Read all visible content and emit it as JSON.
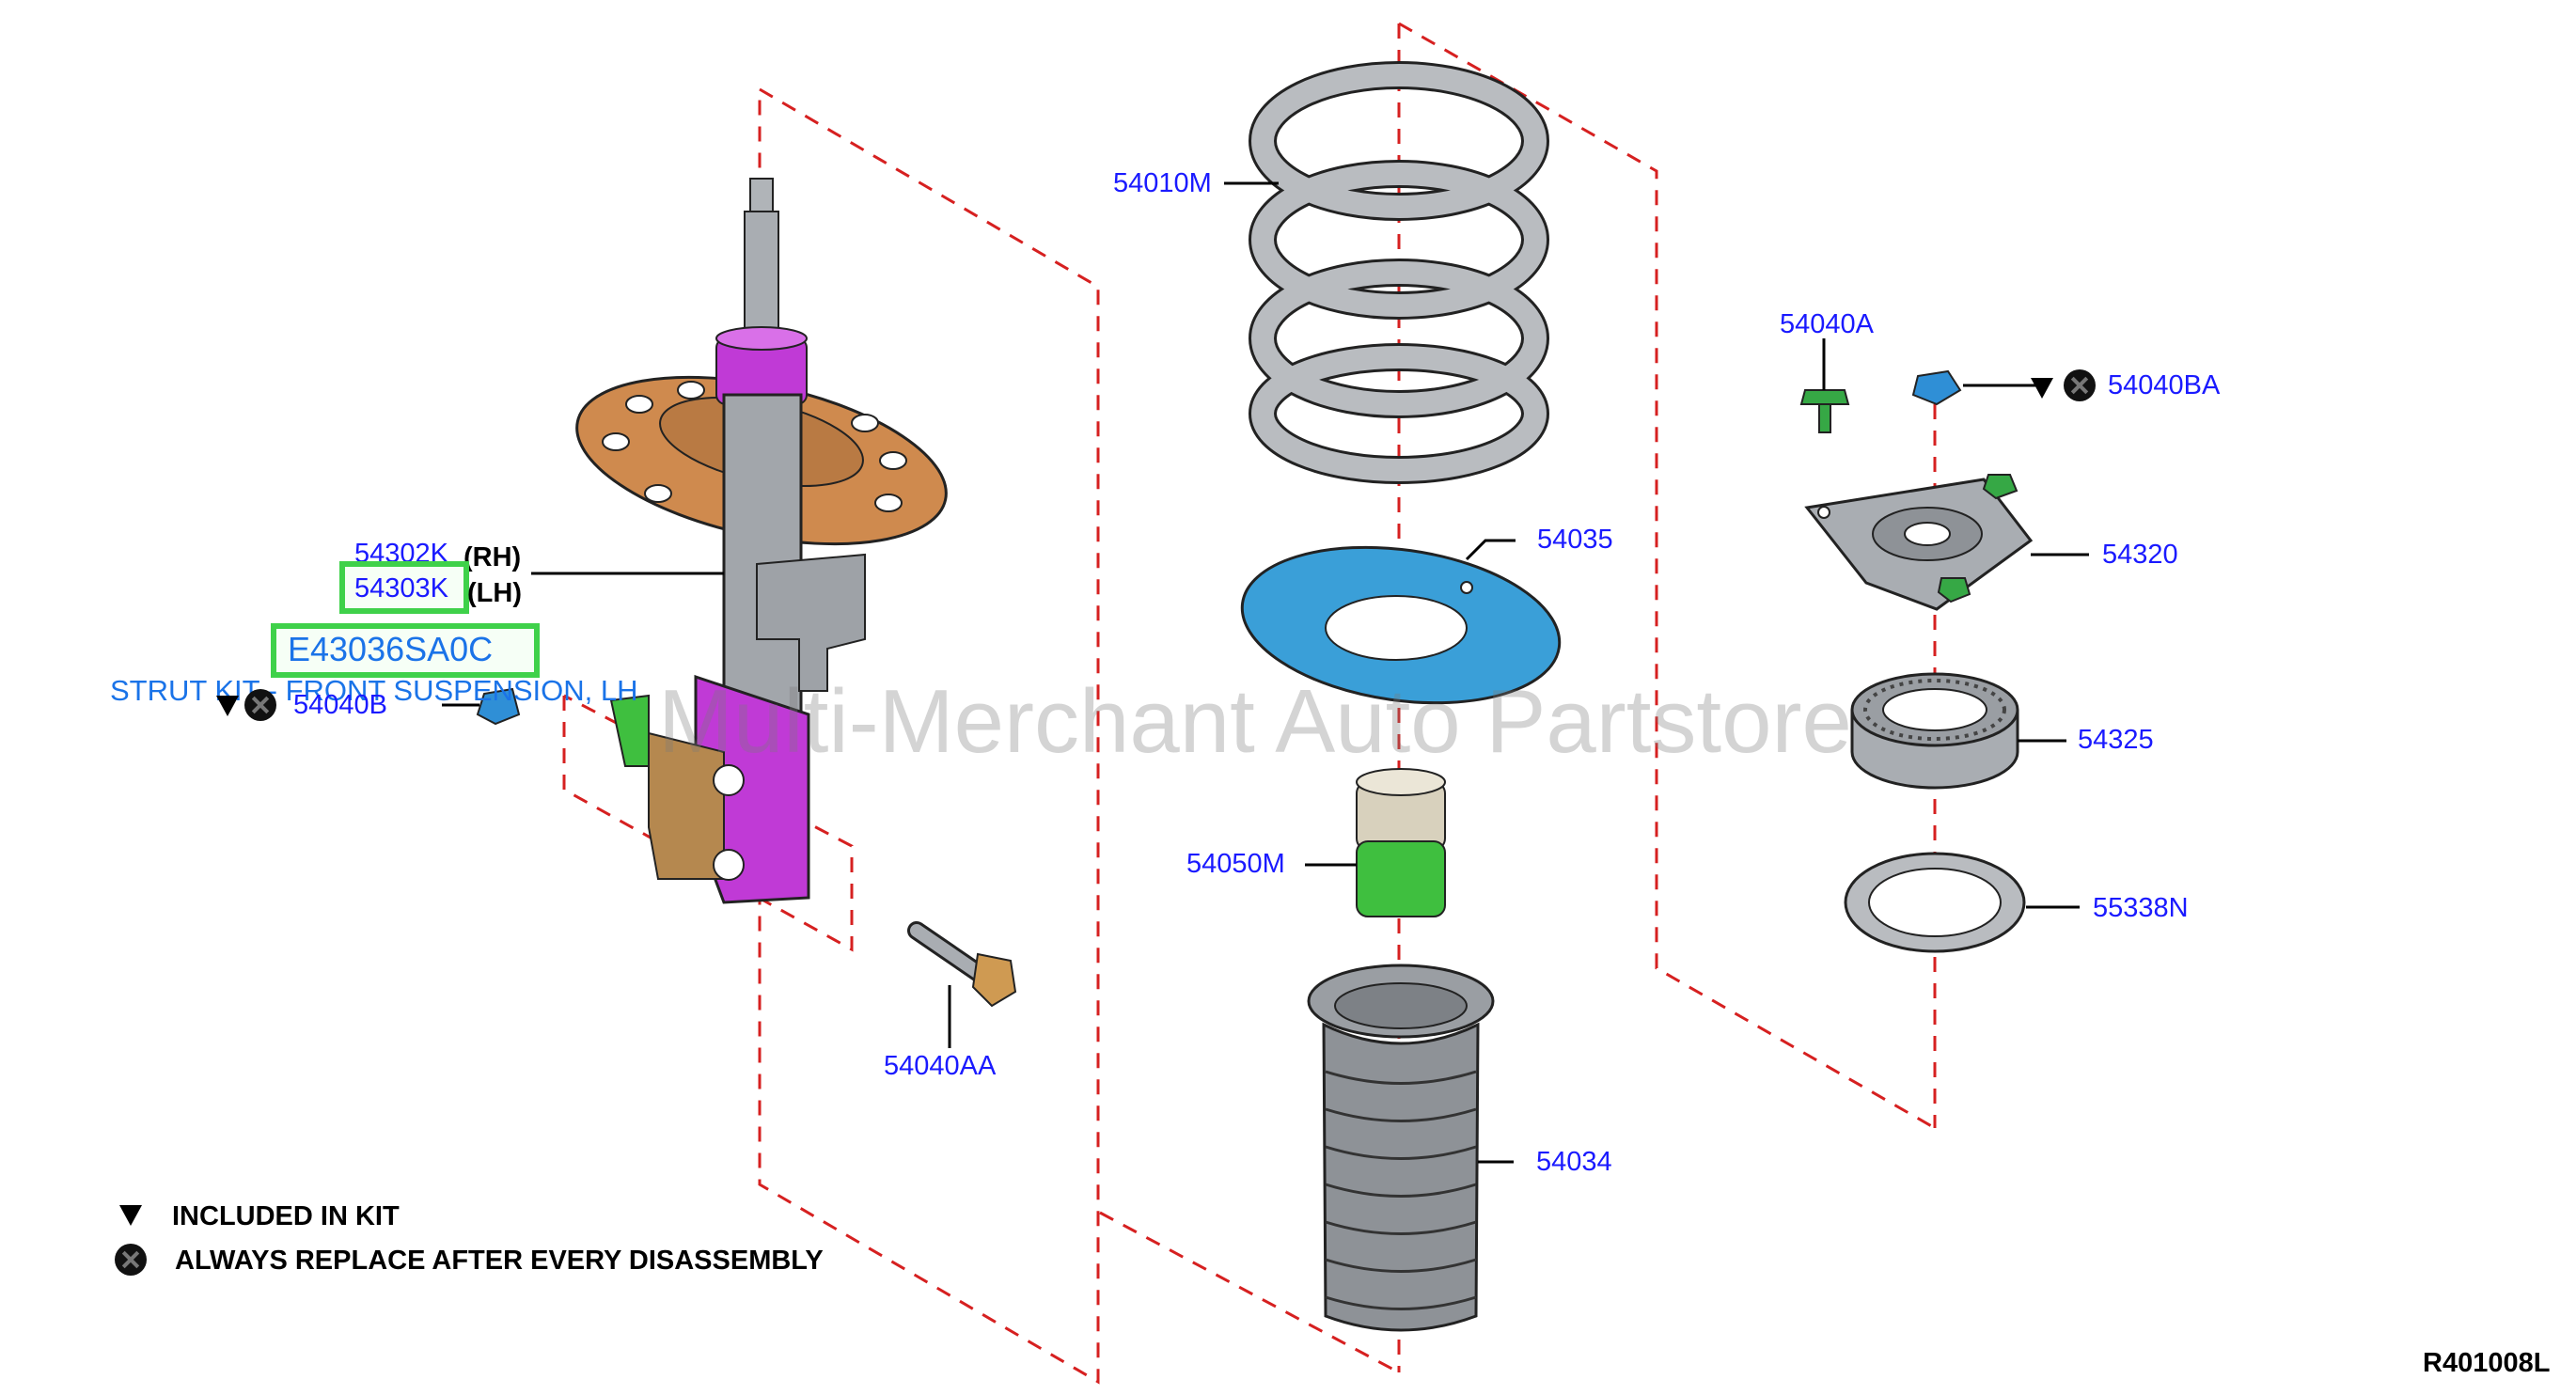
{
  "parts": {
    "p54010M": "54010M",
    "p54035": "54035",
    "p54050M": "54050M",
    "p54034": "54034",
    "p54040A": "54040A",
    "p54040BA": "54040BA",
    "p54320": "54320",
    "p54325": "54325",
    "p55338N": "55338N",
    "p54302K": "54302K",
    "p54303K": "54303K",
    "p54040B": "54040B",
    "p54040AA": "54040AA"
  },
  "side": {
    "rh": "(RH)",
    "lh": "(LH)"
  },
  "kit": {
    "part_no": "E43036SA0C",
    "name": "STRUT KIT - FRONT SUSPENSION, LH"
  },
  "legend": {
    "included": "INCLUDED IN KIT",
    "replace": "ALWAYS REPLACE AFTER EVERY DISASSEMBLY"
  },
  "watermark": "Multi-Merchant Auto Partstore",
  "diagram_code": "R401008L",
  "colors": {
    "label_blue": "#1a1aff",
    "highlight_green": "#3fd14a",
    "kit_blue": "#1a73e8",
    "dash_red": "#d62020",
    "spring_gray": "#b9bcc0",
    "seat_blue": "#3a9fd8",
    "strut_magenta": "#c03ad6",
    "plate_orange": "#cf8a4e",
    "bumper_green": "#3fbf3f",
    "bolt_green": "#36a845"
  }
}
